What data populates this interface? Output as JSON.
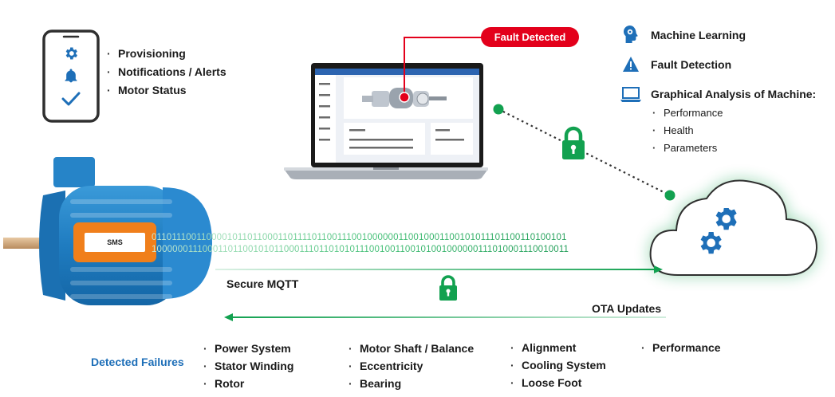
{
  "phone": {
    "items": [
      "Provisioning",
      "Notifications / Alerts",
      "Motor Status"
    ],
    "icons": [
      "gear-icon",
      "bell-icon",
      "check-icon"
    ]
  },
  "laptop": {
    "badge": "Fault Detected"
  },
  "features": {
    "machine_learning": "Machine Learning",
    "fault_detection": "Fault Detection",
    "graphical_analysis": "Graphical Analysis of Machine:",
    "sub_items": [
      "Performance",
      "Health",
      "Parameters"
    ]
  },
  "motor": {
    "label": "SMS"
  },
  "data_stream": {
    "line1": "0110111001100001011011000110111101100111001000000110010001100101011101100110100101",
    "line2": "1000000111000110110010101100011101101010111001001100101001000000111010001110010011"
  },
  "links": {
    "mqtt": "Secure MQTT",
    "ota": "OTA Updates"
  },
  "failures": {
    "title": "Detected Failures",
    "col1": [
      "Power System",
      "Stator Winding",
      "Rotor"
    ],
    "col2": [
      "Motor Shaft / Balance",
      "Eccentricity",
      "Bearing"
    ],
    "col3": [
      "Alignment",
      "Cooling System",
      "Loose Foot"
    ],
    "col4": [
      "Performance"
    ]
  },
  "colors": {
    "blue": "#1e6fb8",
    "green": "#12a150",
    "red": "#e3001b",
    "orange": "#f07f1b"
  }
}
